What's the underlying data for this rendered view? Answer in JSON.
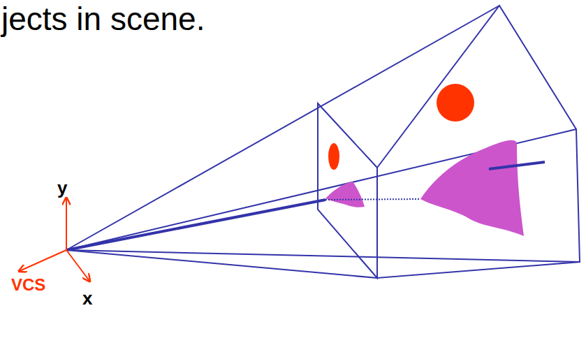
{
  "diagram": {
    "labels": [
      "jects in scene.",
      "y",
      "VCS",
      "x"
    ]
  }
}
